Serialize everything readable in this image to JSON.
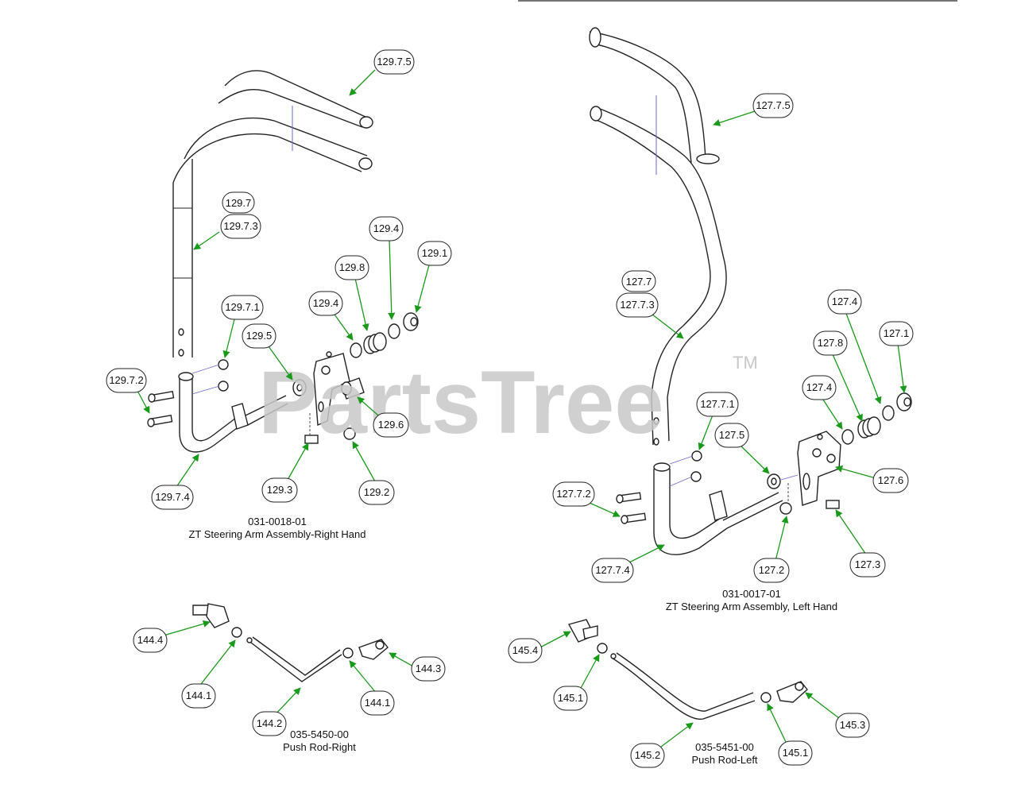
{
  "watermark": {
    "text": "PartsTree",
    "trademark": "TM"
  },
  "assemblies": {
    "right": {
      "part_no": "031-0018-01",
      "name": "ZT Steering Arm Assembly-Right Hand"
    },
    "left": {
      "part_no": "031-0017-01",
      "name": "ZT Steering Arm Assembly, Left Hand"
    },
    "rod_right": {
      "part_no": "035-5450-00",
      "name": "Push Rod-Right"
    },
    "rod_left": {
      "part_no": "035-5451-00",
      "name": "Push Rod-Left"
    }
  },
  "callouts": {
    "c129_7_5": "129.7.5",
    "c129_7": "129.7",
    "c129_7_3": "129.7.3",
    "c129_4a": "129.4",
    "c129_8": "129.8",
    "c129_1": "129.1",
    "c129_4b": "129.4",
    "c129_7_1": "129.7.1",
    "c129_5": "129.5",
    "c129_7_2": "129.7.2",
    "c129_6": "129.6",
    "c129_3": "129.3",
    "c129_2": "129.2",
    "c129_7_4": "129.7.4",
    "c127_7_5": "127.7.5",
    "c127_7": "127.7",
    "c127_7_3": "127.7.3",
    "c127_4a": "127.4",
    "c127_8": "127.8",
    "c127_1": "127.1",
    "c127_4b": "127.4",
    "c127_7_1": "127.7.1",
    "c127_5": "127.5",
    "c127_6": "127.6",
    "c127_7_2": "127.7.2",
    "c127_3": "127.3",
    "c127_2": "127.2",
    "c127_7_4": "127.7.4",
    "c144_4": "144.4",
    "c144_3": "144.3",
    "c144_1a": "144.1",
    "c144_1b": "144.1",
    "c144_2": "144.2",
    "c145_4": "145.4",
    "c145_1a": "145.1",
    "c145_3": "145.3",
    "c145_1b": "145.1",
    "c145_2": "145.2"
  },
  "colors": {
    "leader": "#1a9a1a",
    "line": "#222222",
    "watermark": "#c8c8c8"
  }
}
